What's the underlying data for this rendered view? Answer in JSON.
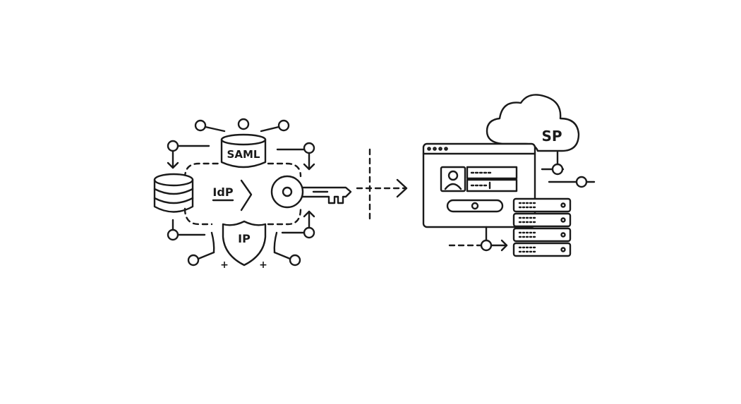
{
  "labels": {
    "saml": "SAML",
    "idp": "IdP",
    "ip": "IP",
    "sp": "SP",
    "plus": "+"
  },
  "colors": {
    "ink": "#1a1a1a",
    "background": "#ffffff"
  },
  "icons": {
    "database": "database-icon",
    "key": "key-icon",
    "shield": "shield-icon",
    "cloud": "cloud-icon",
    "browser": "browser-window-icon",
    "server": "server-rack-icon",
    "user": "user-avatar-icon"
  }
}
